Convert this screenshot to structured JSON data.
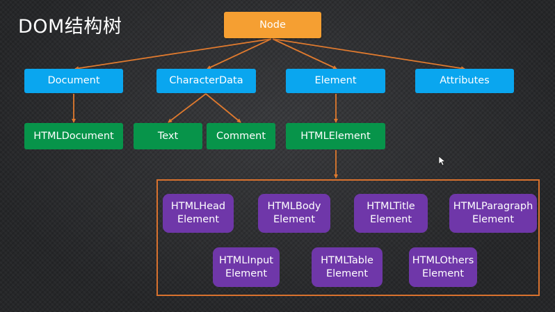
{
  "title": "DOM结构树",
  "diagram": {
    "root": {
      "label": "Node"
    },
    "level1": [
      {
        "id": "document",
        "label": "Document"
      },
      {
        "id": "characterdata",
        "label": "CharacterData"
      },
      {
        "id": "element",
        "label": "Element"
      },
      {
        "id": "attributes",
        "label": "Attributes"
      }
    ],
    "level2": [
      {
        "id": "htmldocument",
        "label": "HTMLDocument",
        "parent": "document"
      },
      {
        "id": "text",
        "label": "Text",
        "parent": "characterdata"
      },
      {
        "id": "comment",
        "label": "Comment",
        "parent": "characterdata"
      },
      {
        "id": "htmlelement",
        "label": "HTMLElement",
        "parent": "element"
      }
    ],
    "element_types": [
      {
        "id": "head",
        "label": "HTMLHead\nElement"
      },
      {
        "id": "body",
        "label": "HTMLBody\nElement"
      },
      {
        "id": "title",
        "label": "HTMLTitle\nElement"
      },
      {
        "id": "paragraph",
        "label": "HTMLParagraph\nElement"
      },
      {
        "id": "input",
        "label": "HTMLInput\nElement"
      },
      {
        "id": "table",
        "label": "HTMLTable\nElement"
      },
      {
        "id": "others",
        "label": "HTMLOthers\nElement"
      }
    ],
    "colors": {
      "root": "#f59f32",
      "level1": "#0aa6ef",
      "level2": "#07944a",
      "element_types": "#6f37a9",
      "connector": "#e07a2e",
      "background": "#2a2b2d"
    }
  }
}
